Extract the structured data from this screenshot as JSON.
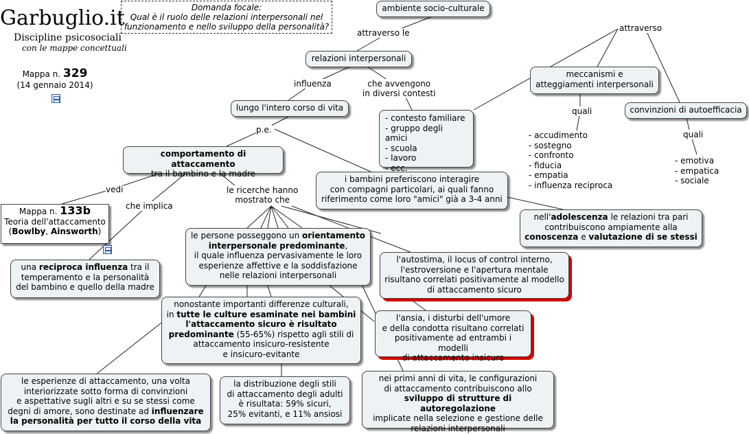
{
  "logo": {
    "title": "Garbuglio.it",
    "subtitle": "Discipline psicosociali",
    "tagline": "con le mappe concettuali"
  },
  "map_info": {
    "label": "Mappa n.",
    "number": "329",
    "date": "(14 gennaio 2014)"
  },
  "focal_question": {
    "label": "Domanda focale:",
    "line1": "Qual è il ruolo delle relazioni interpersonali nel",
    "line2": "funzionamento e nello sviluppo della personalità?"
  },
  "nodes": {
    "ambiente": "ambiente socio-culturale",
    "relazioni": "relazioni interpersonali",
    "lungo": "lungo l'intero corso di vita",
    "comportamento_b": "comportamento di attaccamento",
    "comportamento_2": "tra il bambino e la madre",
    "meccanismi_1": "meccanismi e",
    "meccanismi_2": "atteggiamenti interpersonali",
    "convinzioni": "convinzioni di autoefficacia",
    "bambini_1": "i bambini preferiscono interagire",
    "bambini_2": "con compagni particolari, ai quali fanno",
    "bambini_3": "riferimento come loro \"amici\" già a 3-4 anni",
    "adolescenza_1a": "nell'",
    "adolescenza_1b": "adolescenza",
    "adolescenza_1c": " le relazioni tra pari",
    "adolescenza_2": "contribuiscono ampiamente alla",
    "adolescenza_3a": "conoscenza",
    "adolescenza_3b": " e ",
    "adolescenza_3c": "valutazione di se stessi",
    "mappa133_label": "Mappa n.",
    "mappa133_num": "133b",
    "mappa133_title": "Teoria dell'attaccamento",
    "mappa133_auth_open": "(",
    "mappa133_auth1": "Bowlby",
    "mappa133_auth_sep": ", ",
    "mappa133_auth2": "Ainsworth",
    "mappa133_auth_close": ")",
    "reciproca_1a": "una ",
    "reciproca_1b": "reciproca influenza",
    "reciproca_1c": " tra il",
    "reciproca_2": "temperamento e la personalità",
    "reciproca_3": "del bambino e quello della madre",
    "persone_1a": "le persone posseggono un ",
    "persone_1b": "orientamento",
    "persone_2a": "interpersonale predominante",
    "persone_2b": ",",
    "persone_3": "il quale influenza pervasivamente le loro",
    "persone_4": "esperienze affettive e la soddisfazione",
    "persone_5": "nelle relazioni interpersonali",
    "autostima_1": "l'autostima, il locus of control interno,",
    "autostima_2": "l'estroversione e l'apertura mentale",
    "autostima_3": "risultano correlati positivamente al modello",
    "autostima_4": "di attaccamento sicuro",
    "nonostante_1": "nonostante importanti differenze culturali,",
    "nonostante_2a": "in ",
    "nonostante_2b": "tutte le culture esaminate nei bambini",
    "nonostante_3": "l'attaccamento sicuro è risultato",
    "nonostante_4a": "predominante",
    "nonostante_4b": " (55-65%) rispetto agli stili di",
    "nonostante_5": "attaccamento insicuro-resistente",
    "nonostante_6": "e insicuro-evitante",
    "ansia_1": "l'ansia, i disturbi dell'umore",
    "ansia_2": "e della condotta risultano correlati",
    "ansia_3": "positivamente ad entrambi i modelli",
    "ansia_4": "di attaccamento insicuro",
    "esperienze_1": "le esperienze di attaccamento, una volta",
    "esperienze_2": "interiorizzate sotto forma di convinzioni",
    "esperienze_3": "e aspettative sugli altri e su se stessi come",
    "esperienze_4a": "degni di amore, sono destinate ad ",
    "esperienze_4b": "influenzare",
    "esperienze_5": "la personalità per tutto il corso della vita",
    "distribuzione_1": "la distribuzione degli stili",
    "distribuzione_2": "di attaccamento degli adulti",
    "distribuzione_3": "è risultata: 59% sicuri,",
    "distribuzione_4": "25% evitanti, e 11% ansiosi",
    "primi_1": "nei primi anni di vita, le configurazioni",
    "primi_2": "di attaccamento contribuiscono allo",
    "primi_3": "sviluppo di strutture di autoregolazione",
    "primi_4": "implicate nella selezione e gestione delle",
    "primi_5": "relazioni interpersonali"
  },
  "contesti": [
    "- contesto familiare",
    "- gruppo degli amici",
    "- scuola",
    "- lavoro",
    "- ecc."
  ],
  "meccanismi_list": [
    "- accudimento",
    "- sostegno",
    "- confronto",
    "- fiducia",
    "- empatia",
    "- influenza reciproca"
  ],
  "autoefficacia_list": [
    "- emotiva",
    "- empatica",
    "- sociale"
  ],
  "link_labels": {
    "attraverso_le": "attraverso le",
    "attraverso": "attraverso",
    "influenza": "influenza",
    "che_avvengono_1": "che avvengono",
    "che_avvengono_2": "in diversi contesti",
    "pe": "p.e.",
    "quali_1": "quali",
    "quali_2": "quali",
    "vedi": "vedi",
    "che_implica": "che implica",
    "ricerche_1": "le ricerche hanno",
    "ricerche_2": "mostrato che"
  },
  "colors": {
    "node_fill": "#edf2f4",
    "node_border": "#444444",
    "highlight_shadow": "#d40000",
    "icon_blue": "#2d5fa8"
  }
}
